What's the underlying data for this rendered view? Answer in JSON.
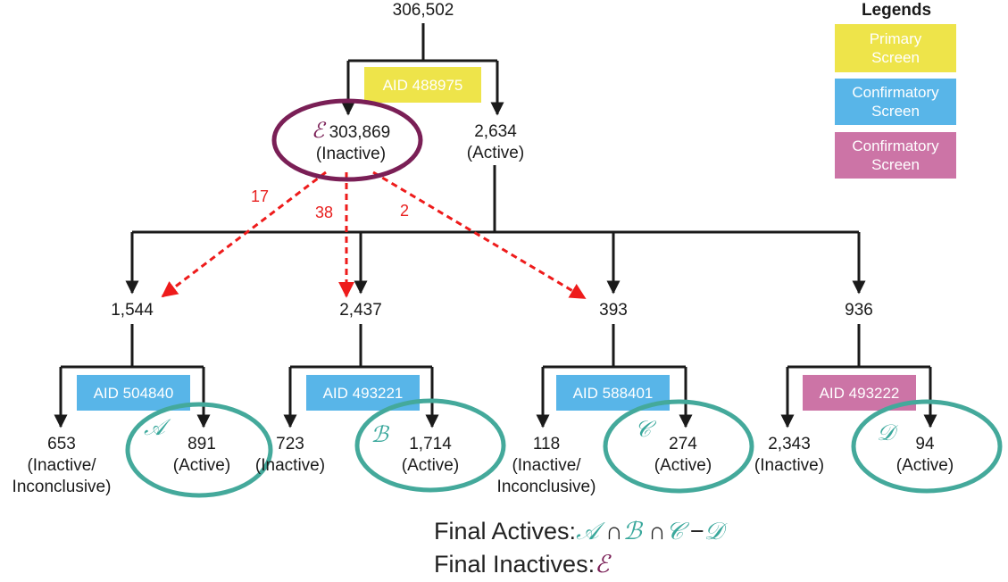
{
  "colors": {
    "primary_screen": "#eee44a",
    "confirmatory_blue": "#58b5e8",
    "confirmatory_pink": "#cc74a6",
    "ellipse_teal": "#44a99b",
    "ellipse_plum": "#7a1f56",
    "dashed_red": "#ee1b1b",
    "arrow": "#1a1a1a"
  },
  "root": {
    "count": "306,502"
  },
  "primary_assay": {
    "aid": "AID 488975"
  },
  "level1": {
    "inactive": {
      "count": "303,869",
      "status": "(Inactive)",
      "set": "ℰ"
    },
    "active": {
      "count": "2,634",
      "status": "(Active)"
    }
  },
  "red_edges": [
    {
      "label": "17"
    },
    {
      "label": "38"
    },
    {
      "label": "2"
    }
  ],
  "groups": [
    {
      "count": "1,544",
      "aid": "AID 504840",
      "assay_color": "confirmatory_blue",
      "left": {
        "count": "653",
        "status_lines": [
          "(Inactive/",
          "Inconclusive)"
        ]
      },
      "right": {
        "count": "891",
        "status": "(Active)",
        "set": "𝒜"
      }
    },
    {
      "count": "2,437",
      "aid": "AID 493221",
      "assay_color": "confirmatory_blue",
      "left": {
        "count": "723",
        "status_lines": [
          "(Inactive)"
        ]
      },
      "right": {
        "count": "1,714",
        "status": "(Active)",
        "set": "ℬ"
      }
    },
    {
      "count": "393",
      "aid": "AID 588401",
      "assay_color": "confirmatory_blue",
      "left": {
        "count": "118",
        "status_lines": [
          "(Inactive/",
          "Inconclusive)"
        ]
      },
      "right": {
        "count": "274",
        "status": "(Active)",
        "set": "𝒞"
      }
    },
    {
      "count": "936",
      "aid": "AID 493222",
      "assay_color": "confirmatory_pink",
      "left": {
        "count": "2,343",
        "status_lines": [
          "(Inactive)"
        ]
      },
      "right": {
        "count": "94",
        "status": "(Active)",
        "set": "𝒟"
      }
    }
  ],
  "legend": {
    "title": "Legends",
    "items": [
      {
        "line1": "Primary",
        "line2": "Screen",
        "color": "primary_screen"
      },
      {
        "line1": "Confirmatory",
        "line2": "Screen",
        "color": "confirmatory_blue"
      },
      {
        "line1": "Confirmatory",
        "line2": "Screen",
        "color": "confirmatory_pink"
      }
    ]
  },
  "final": {
    "actives_label": "Final Actives:",
    "set_a": "𝒜",
    "op1": "∩",
    "set_b": "ℬ",
    "op2": "∩",
    "set_c": "𝒞",
    "op3": "−",
    "set_d": "𝒟",
    "inactives_label": "Final Inactives:",
    "set_e": "ℰ"
  }
}
